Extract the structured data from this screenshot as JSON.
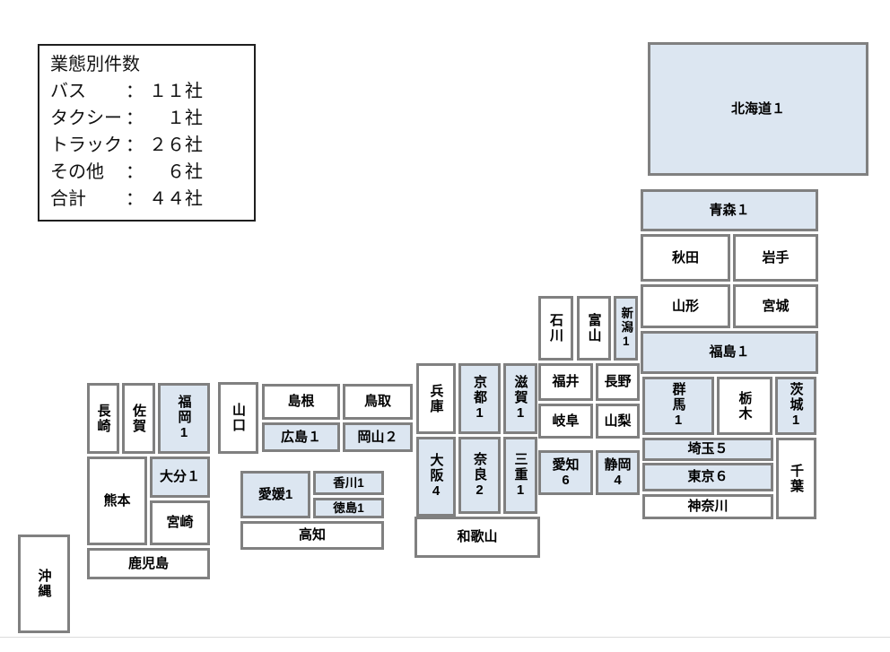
{
  "legend": {
    "title": "業態別件数",
    "colon": "：",
    "rows": [
      {
        "label": "バス",
        "value": "１１社"
      },
      {
        "label": "タクシー",
        "value": "１社"
      },
      {
        "label": "トラック",
        "value": "２６社"
      },
      {
        "label": "その他",
        "value": "６社"
      },
      {
        "label": "合計",
        "value": "４４社"
      }
    ]
  },
  "colors": {
    "highlight_fill": "#dce6f1",
    "plain_fill": "#ffffff",
    "tile_border": "#808080",
    "legend_border": "#1f1f1f",
    "text": "#000000"
  },
  "map": {
    "prefs": {
      "hokkaido": {
        "label": "北海道１",
        "count": 1,
        "highlighted": true
      },
      "aomori": {
        "label": "青森１",
        "count": 1,
        "highlighted": true
      },
      "akita": {
        "label": "秋田",
        "highlighted": false
      },
      "iwate": {
        "label": "岩手",
        "highlighted": false
      },
      "yamagata": {
        "label": "山形",
        "highlighted": false
      },
      "miyagi": {
        "label": "宮城",
        "highlighted": false
      },
      "fukushima": {
        "label": "福島１",
        "count": 1,
        "highlighted": true
      },
      "gunma": {
        "label": "群馬1",
        "count": 1,
        "highlighted": true
      },
      "tochigi": {
        "label": "栃木",
        "highlighted": false
      },
      "ibaraki": {
        "label": "茨城1",
        "count": 1,
        "highlighted": true
      },
      "saitama": {
        "label": "埼玉５",
        "count": 5,
        "highlighted": true
      },
      "tokyo": {
        "label": "東京６",
        "count": 6,
        "highlighted": true
      },
      "kanagawa": {
        "label": "神奈川",
        "highlighted": false
      },
      "chiba": {
        "label": "千葉",
        "highlighted": false
      },
      "niigata": {
        "label": "新潟1",
        "count": 1,
        "highlighted": true
      },
      "toyama": {
        "label": "富山",
        "highlighted": false
      },
      "ishikawa": {
        "label": "石川",
        "highlighted": false
      },
      "fukui": {
        "label": "福井",
        "highlighted": false
      },
      "nagano": {
        "label": "長野",
        "highlighted": false
      },
      "gifu": {
        "label": "岐阜",
        "highlighted": false
      },
      "yamanashi": {
        "label": "山梨",
        "highlighted": false
      },
      "aichi": {
        "label": "愛知\n6",
        "count": 6,
        "highlighted": true
      },
      "shizuoka": {
        "label": "静岡\n4",
        "count": 4,
        "highlighted": true
      },
      "hyogo": {
        "label": "兵庫",
        "highlighted": false
      },
      "kyoto": {
        "label": "京都1",
        "count": 1,
        "highlighted": true
      },
      "shiga": {
        "label": "滋賀1",
        "count": 1,
        "highlighted": true
      },
      "osaka": {
        "label": "大阪4",
        "count": 4,
        "highlighted": true
      },
      "nara": {
        "label": "奈良2",
        "count": 2,
        "highlighted": true
      },
      "mie": {
        "label": "三重1",
        "count": 1,
        "highlighted": true
      },
      "wakayama": {
        "label": "和歌山",
        "highlighted": false
      },
      "yamaguchi": {
        "label": "山口",
        "highlighted": false
      },
      "shimane": {
        "label": "島根",
        "highlighted": false
      },
      "tottori": {
        "label": "鳥取",
        "highlighted": false
      },
      "hiroshima": {
        "label": "広島１",
        "count": 1,
        "highlighted": true
      },
      "okayama": {
        "label": "岡山２",
        "count": 2,
        "highlighted": true
      },
      "ehime": {
        "label": "愛媛1",
        "count": 1,
        "highlighted": true
      },
      "kagawa": {
        "label": "香川1",
        "count": 1,
        "highlighted": true
      },
      "tokushima": {
        "label": "徳島1",
        "count": 1,
        "highlighted": true
      },
      "kochi": {
        "label": "高知",
        "highlighted": false
      },
      "nagasaki": {
        "label": "長崎",
        "highlighted": false
      },
      "saga": {
        "label": "佐賀",
        "highlighted": false
      },
      "fukuoka": {
        "label": "福岡1",
        "count": 1,
        "highlighted": true
      },
      "kumamoto": {
        "label": "熊本",
        "highlighted": false
      },
      "oita": {
        "label": "大分１",
        "count": 1,
        "highlighted": true
      },
      "miyazaki": {
        "label": "宮崎",
        "highlighted": false
      },
      "kagoshima": {
        "label": "鹿児島",
        "highlighted": false
      },
      "okinawa": {
        "label": "沖縄",
        "highlighted": false
      }
    }
  }
}
